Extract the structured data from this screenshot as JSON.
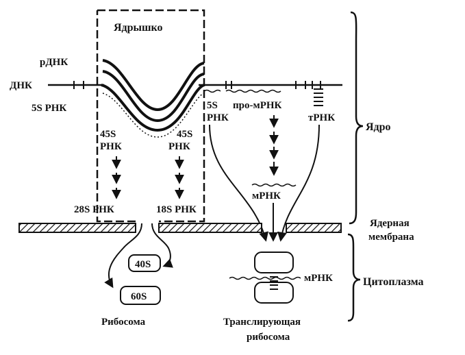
{
  "labels": {
    "nucleolus": "Ядрышко",
    "rdna": "рДНК",
    "dna": "ДНК",
    "five_s_rna_left": "5S РНК",
    "five_s_top": "5S",
    "five_s_rna_bottom": "РНК",
    "pro_mrna": "про-мРНК",
    "trna": "тРНК",
    "left_45s_top": "45S",
    "left_45s_bottom": "РНК",
    "right_45s_top": "45S",
    "right_45s_bottom": "РНК",
    "nucleus": "Ядро",
    "mrna_nucleus": "мРНК",
    "rna_28s": "28S РНК",
    "rna_18s": "18S РНК",
    "nuclear_membrane_1": "Ядерная",
    "nuclear_membrane_2": "мембрана",
    "subunit_40s": "40S",
    "subunit_60s": "60S",
    "mrna_cytoplasm": "мРНК",
    "cytoplasm": "Цитоплазма",
    "ribosome": "Рибосома",
    "translating_1": "Транслирующая",
    "translating_2": "рибосома"
  },
  "colors": {
    "ink": "#111111",
    "background": "#ffffff"
  }
}
